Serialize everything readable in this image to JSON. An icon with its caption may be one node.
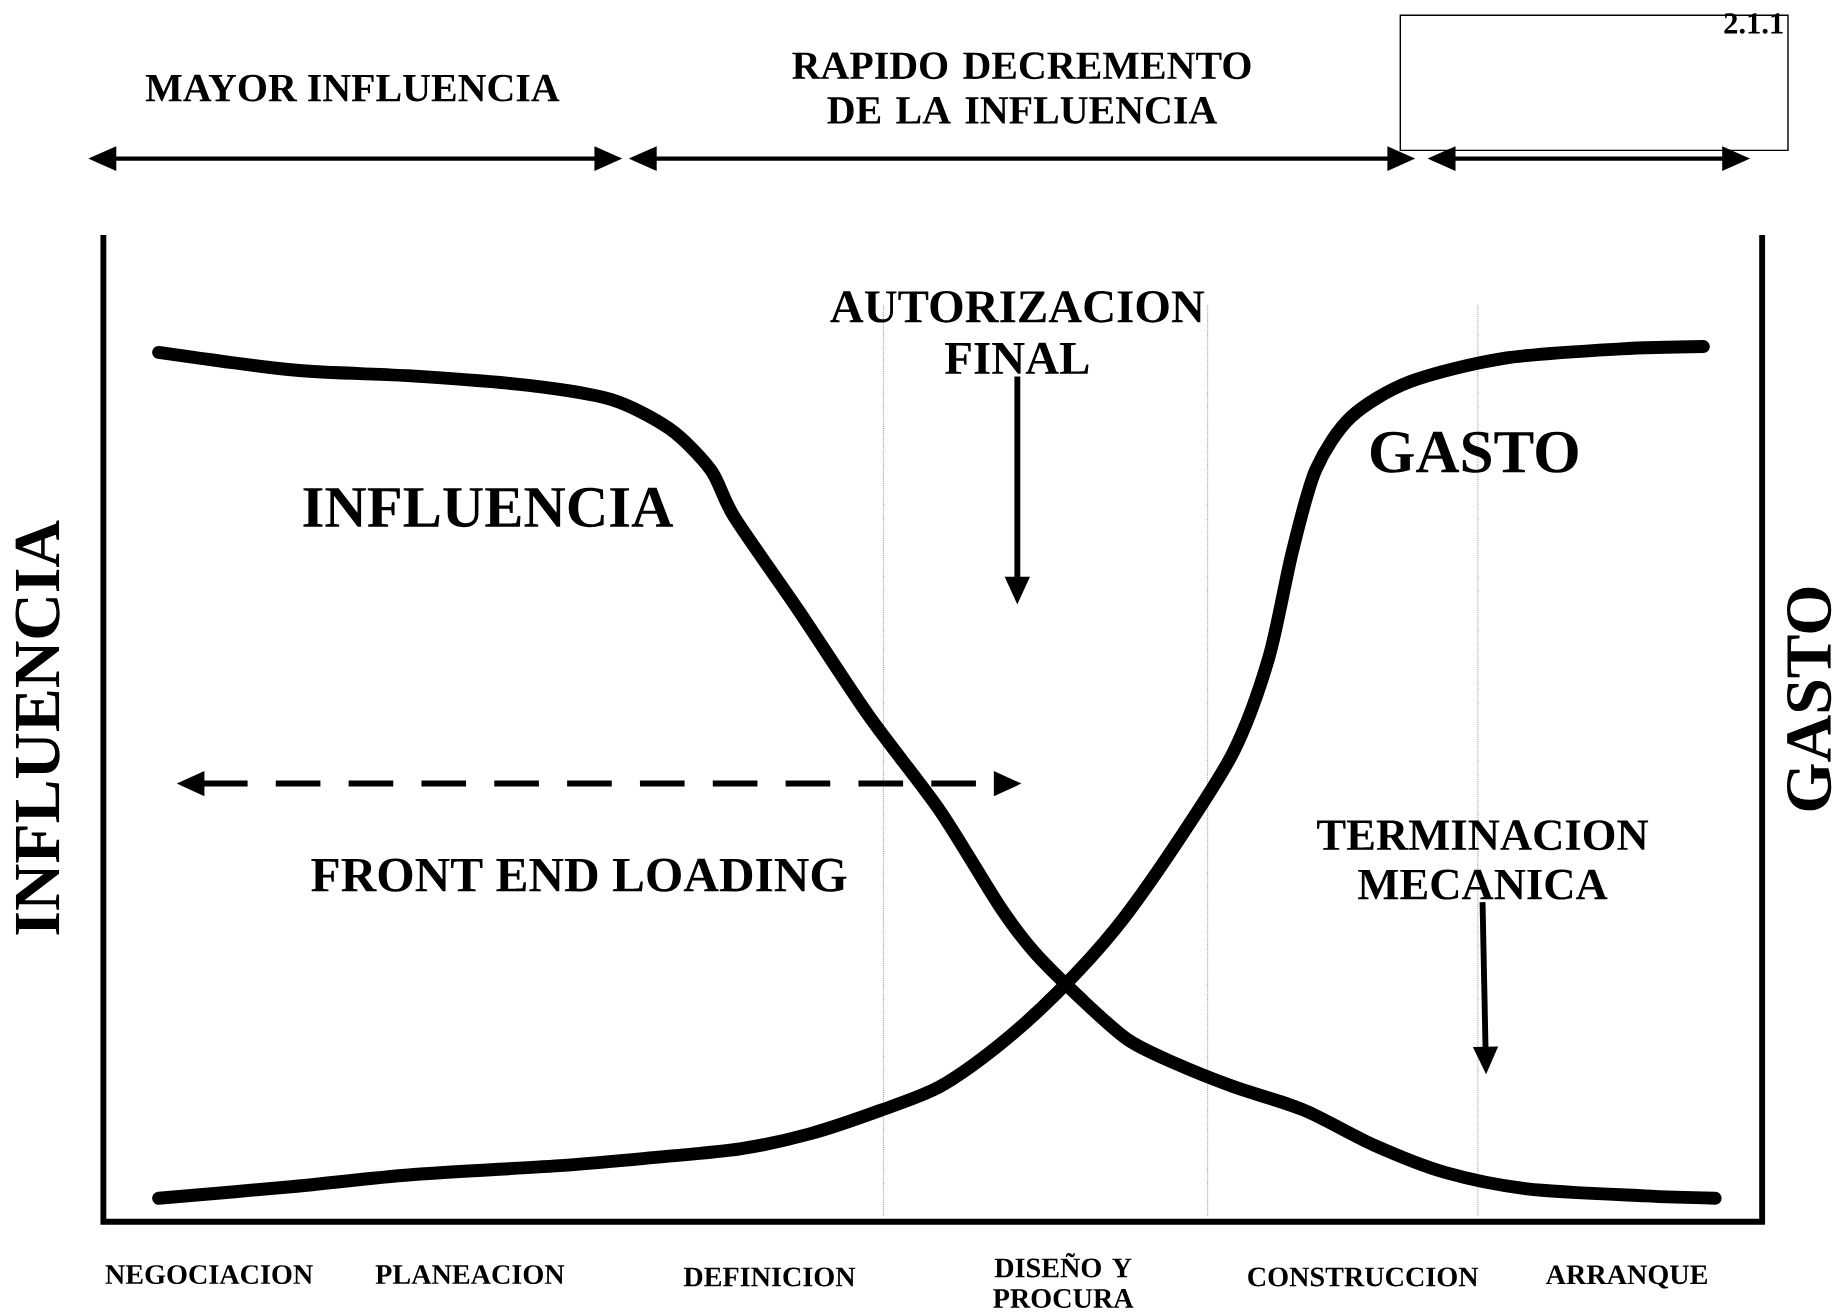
{
  "diagram": {
    "nodes": [
      {
        "text": [
          "2.1.1"
        ]
      },
      {
        "text": [
          "AUTORIZACION FINAL"
        ]
      },
      {
        "text": [
          "TERMINACION MECANICA"
        ]
      }
    ],
    "edges": [
      {
        "from": 1,
        "to": null,
        "arrow": "to"
      },
      {
        "from": 2,
        "to": null,
        "arrow": "to"
      }
    ],
    "labels": [
      "MAYOR INFLUENCIA",
      "RAPIDO DECREMENTO DE LA INFLUENCIA",
      "INFLUENCIA",
      "GASTO",
      "FRONT END LOADING",
      "INFLUENCIA",
      "GASTO",
      "NEGOCIACION",
      "PLANEACION",
      "DEFINICION",
      "DISEÑO Y PROCURA",
      "CONSTRUCCION",
      "ARRANQUE"
    ]
  }
}
